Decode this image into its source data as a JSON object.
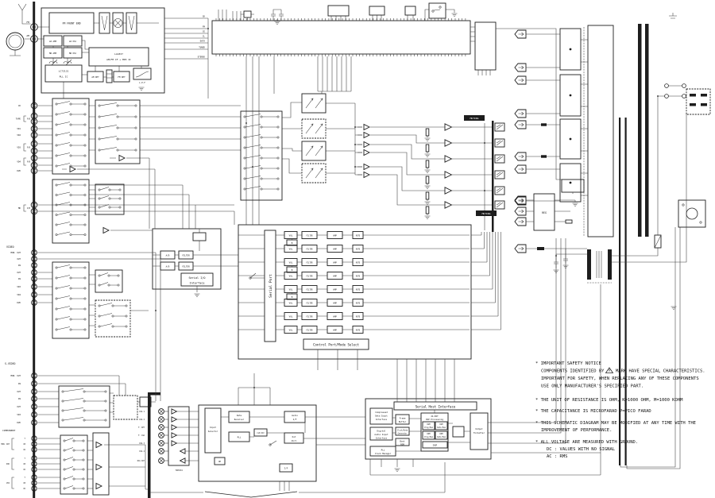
{
  "tuner": {
    "fm_jack": "FM",
    "am_jack": "AM",
    "front_end": "FM FRONT END",
    "lw_amp": "LW AMP",
    "lw_osc": "LW OSC",
    "mw_amp": "MW AMP",
    "mw_osc": "MW OSC",
    "if_ic_line1": "LA1837",
    "if_ic_line2": "AM/FM IF + MPX IC",
    "pll_line1": "LC72131",
    "pll_line2": "PLL IC",
    "am_det": "AM DET",
    "fm_det": "FM DET",
    "lpf": "L.P.F",
    "pins": [
      "SD",
      "FM",
      "CE",
      "CL",
      "DATA",
      "TUNED",
      "STEREO"
    ]
  },
  "rear_panel": {
    "audio_jacks": [
      "CD",
      "TAPE",
      "VD1",
      "VD2",
      "VD3",
      "VD4",
      "DVD",
      "MD"
    ],
    "audio_sub": "P/B",
    "video_header": "VIDEO",
    "video_jacks": [
      "MON. OUT",
      "OUT",
      "IN",
      "OUT",
      "IN",
      "VD3",
      "VD4",
      "DVD"
    ],
    "svideo_header": "S-VIDEO",
    "svideo_jacks": [
      "MON. OUT",
      "IN",
      "OUT",
      "IN",
      "OUT",
      "VD3",
      "DVD"
    ],
    "component_header": "COMPONENT",
    "component_groups": [
      "MON. OUT",
      "DVD",
      "VD2"
    ],
    "component_pins": [
      "Y",
      "CB",
      "CR"
    ]
  },
  "digital": {
    "jacks": [
      "DIG 1",
      "DIG 2",
      "F. OPT",
      "F. COA",
      "DIG 3",
      "DIG 4",
      "DIG OUT"
    ],
    "buffer_ic": "74HC04",
    "input_sel_1": "Input",
    "input_sel_2": "Selector",
    "data_rx_1": "Data",
    "data_rx_2": "Receiver",
    "pll": "PLL",
    "clk": "CLK DIV",
    "audio_1": "Audio",
    "audio_2": "I/F",
    "out_1": "Out",
    "out_2": "Port",
    "op": "OP",
    "mcu_if": "I/F"
  },
  "serial_io": {
    "line1": "Serial I/O",
    "line2": "Interface",
    "adc": "A/D",
    "flt": "FILTER"
  },
  "volume_ic": {
    "serial_port": "Serial Port",
    "control_port": "Control Port/Mode Select",
    "chain": [
      "VOL",
      "FILTER",
      "AMP",
      "MUTE"
    ],
    "bal": "B",
    "muting_top": "MUTING",
    "muting_bottom": "MUTING"
  },
  "dsp": {
    "host_if": "Serial Host Interface",
    "comp_1": "Compressed",
    "comp_2": "Data Input",
    "comp_3": "Interface",
    "digin_1": "Digital",
    "digin_2": "Audio Input",
    "digin_3": "Interface",
    "frame_1": "Frame",
    "frame_2": "Buffer",
    "gen_1": "Clock/Data",
    "gen_2": "Generator",
    "boot_1": "Boot",
    "boot_2": "ROM",
    "core_1": "24-BIT",
    "core_2": "DSP Processing",
    "cells": [
      [
        "RAM",
        "Prog Mem"
      ],
      [
        "RAM",
        "Data Mem"
      ],
      [
        "ROM",
        "Prog Mem"
      ],
      [
        "ROM",
        "Data Mem"
      ]
    ],
    "dsp_tag": "DSP",
    "pll_1": "PLL",
    "pll_2": "Clock Manager",
    "out_1": "Output",
    "out_2": "Formatter"
  },
  "power": {
    "reg": "REG"
  },
  "notes": {
    "b1_1": "* IMPORTANT SAFETY NOTICE",
    "b1_2a": "COMPONENTS IDENTIFIED BY",
    "b1_2b": "MARK HAVE SPECIAL CHARACTERISTICS.",
    "b1_3": "IMPORTANT FOR SAFETY, WHEN REPLACING ANY OF THESE COMPONENTS",
    "b1_4": "USE ONLY MANUFACTURER'S SPECIFIED PART.",
    "b2": "* THE UNIT OF RESISTANCE IS OHM, K=1000 OHM, M=1000 KOHM",
    "b3": "* THE CAPACITANCE IS MICROFARAD P=PICO FARAD",
    "b4_1": "* THIS SCHEMATIC DIAGRAM MAY BE MODIFIED AT ANY TIME WITH THE",
    "b4_2": "IMPROVEMENT OF PERFORMANCE.",
    "b5_1": "* ALL VOLTAGE ARE MEASURED WITH GROUND.",
    "b5_2": "DC : VALUES WITH NO SIGNAL",
    "b5_3": "AC : RMS"
  }
}
